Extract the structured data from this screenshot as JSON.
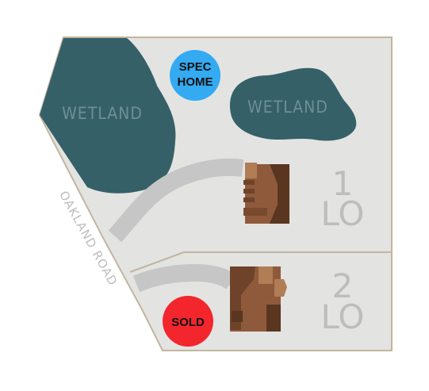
{
  "map": {
    "road_label": "OAKLAND ROAD",
    "wetlands": [
      {
        "label": "WETLAND"
      },
      {
        "label": "WETLAND"
      }
    ],
    "lots": [
      {
        "number": "1",
        "code": "LO"
      },
      {
        "number": "2",
        "code": "LO"
      }
    ],
    "badges": {
      "spec_line1": "SPEC",
      "spec_line2": "HOME",
      "sold": "SOLD"
    },
    "colors": {
      "lot_fill": "#e3e3e2",
      "lot_border": "#c3b59f",
      "wetland": "#356068",
      "driveway": "#c6c6c6",
      "label_gray": "#bdbdbd",
      "wetland_text": "#6e8f94",
      "house_main": "#8f5a3b",
      "house_dark": "#5a3620",
      "house_light": "#b07d55",
      "spec_badge": "#33aaf2",
      "sold_badge": "#f3262d"
    }
  }
}
